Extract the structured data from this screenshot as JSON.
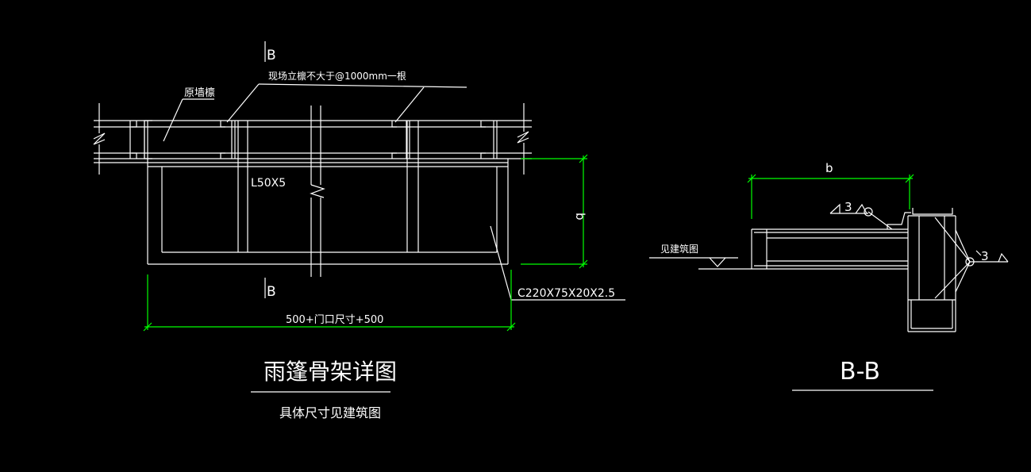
{
  "colors": {
    "background": "#000000",
    "geometry": "#ffffff",
    "dimension": "#00ff00"
  },
  "main_view": {
    "section_mark_top": "B",
    "section_mark_bottom": "B",
    "label_existing_purlin": "原墙檩",
    "label_site_purlin": "现场立檩不大于@1000mm一根",
    "label_angle": "L50X5",
    "label_channel": "C220X75X20X2.5",
    "dim_width": "500+门口尺寸+500",
    "dim_depth": "b",
    "title": "雨篷骨架详图",
    "subtitle": "具体尺寸见建筑图"
  },
  "section_view": {
    "dim_b": "b",
    "weld_size_top": "3",
    "weld_size_right": "3",
    "label_see_arch": "见建筑图",
    "title": "B-B"
  }
}
